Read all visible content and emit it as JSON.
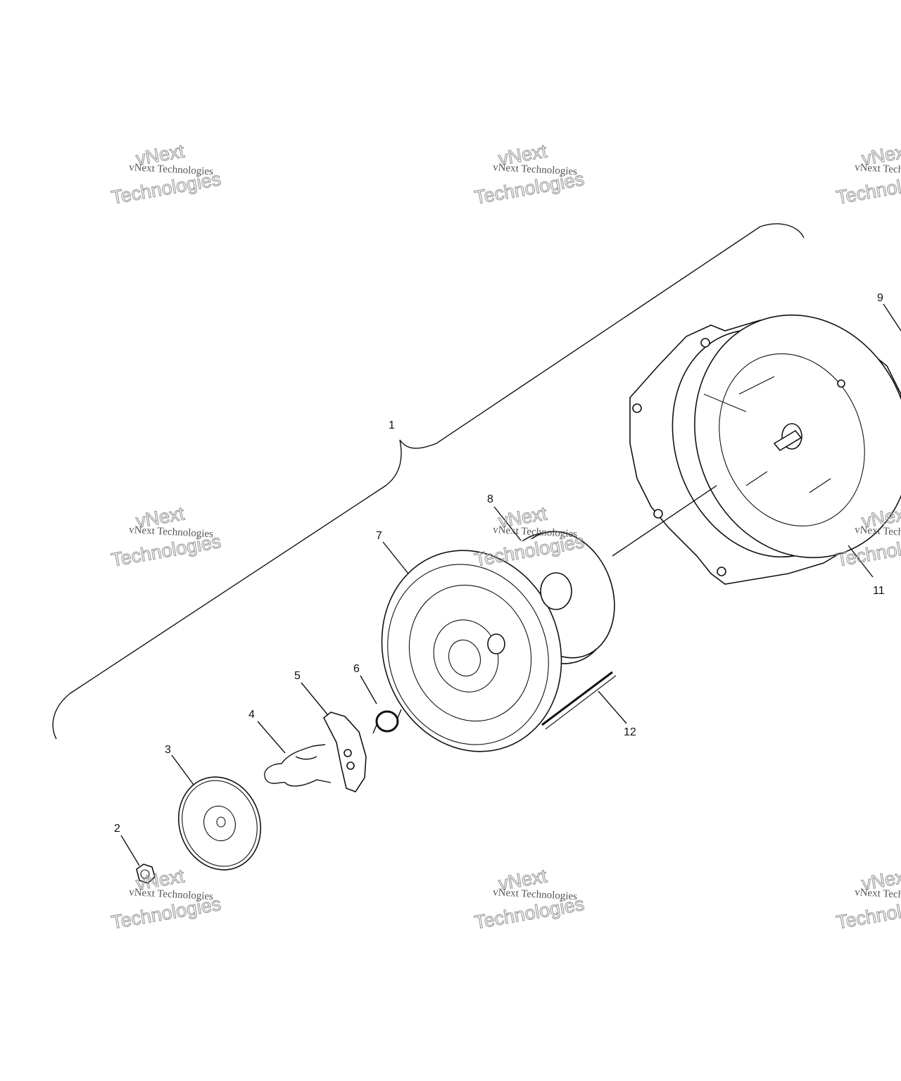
{
  "callouts": [
    "1",
    "2",
    "3",
    "4",
    "5",
    "6",
    "7",
    "8",
    "9",
    "11",
    "12"
  ],
  "watermark": {
    "line1": "vNext Technologies",
    "line2_top": "vNext",
    "line2_bottom": "Technologies"
  }
}
